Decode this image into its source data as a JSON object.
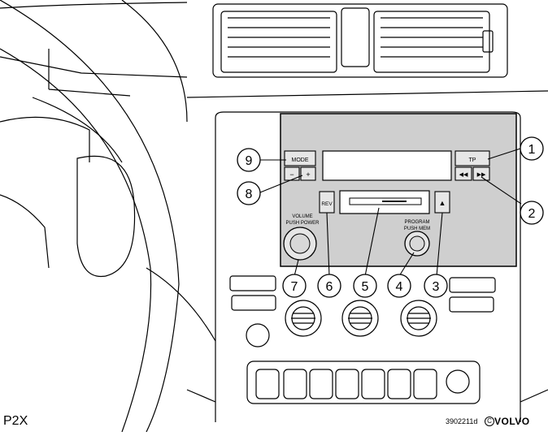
{
  "figure": {
    "label": "P2X",
    "code": "3902211d",
    "brand": "VOLVO",
    "copyright_symbol": "C"
  },
  "panel": {
    "panel_color": "#cfcfcf",
    "line_color": "#000000",
    "buttons": {
      "mode": "MODE",
      "minus": "−",
      "plus": "+",
      "tp": "TP",
      "rewind": "◀◀",
      "forward": "▶▶",
      "rev": "REV",
      "eject": "▲"
    },
    "knob_labels": {
      "volume_line1": "VOLUME",
      "volume_line2": "PUSH POWER",
      "program_line1": "PROGRAM",
      "program_line2": "PUSH MEM"
    }
  },
  "callouts": [
    {
      "num": "1"
    },
    {
      "num": "2"
    },
    {
      "num": "3"
    },
    {
      "num": "4"
    },
    {
      "num": "5"
    },
    {
      "num": "6"
    },
    {
      "num": "7"
    },
    {
      "num": "8"
    },
    {
      "num": "9"
    }
  ]
}
